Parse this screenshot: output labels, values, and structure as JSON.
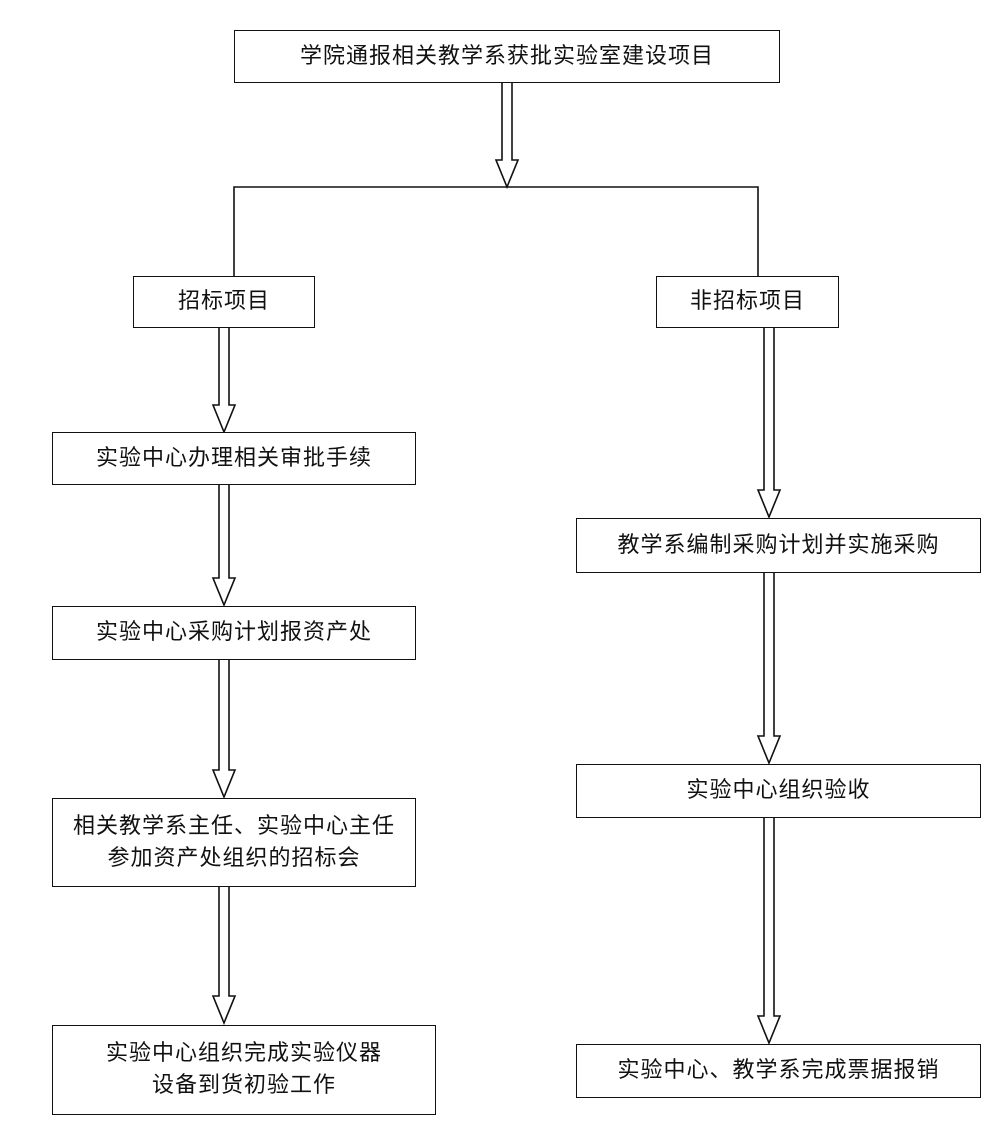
{
  "nodes": {
    "top": "学院通报相关教学系获批实验室建设项目",
    "tender": "招标项目",
    "non_tender": "非招标项目",
    "l1": "实验中心办理相关审批手续",
    "l2": "实验中心采购计划报资产处",
    "l3_line1": "相关教学系主任、实验中心主任",
    "l3_line2": "参加资产处组织的招标会",
    "l4_line1": "实验中心组织完成实验仪器",
    "l4_line2": "设备到货初验工作",
    "r1": "教学系编制采购计划并实施采购",
    "r2": "实验中心组织验收",
    "r3": "实验中心、教学系完成票据报销"
  },
  "colors": {
    "stroke": "#111111",
    "background": "#ffffff"
  }
}
